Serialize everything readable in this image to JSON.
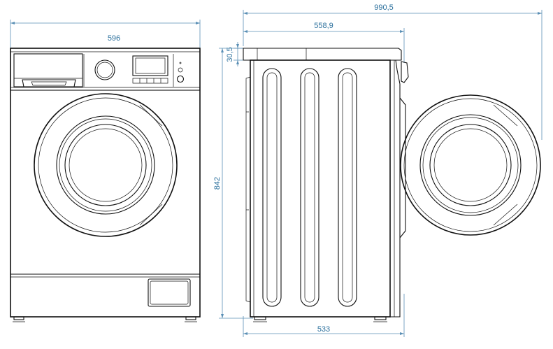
{
  "dimensions": {
    "front_width": "596",
    "total_depth_open_door": "990,5",
    "body_depth": "558,9",
    "top_offset": "30,5",
    "height": "842",
    "base_depth": "533"
  },
  "colors": {
    "dimension_line": "#5a8fb5",
    "dimension_text": "#2a6f9c",
    "outline": "#111111"
  }
}
